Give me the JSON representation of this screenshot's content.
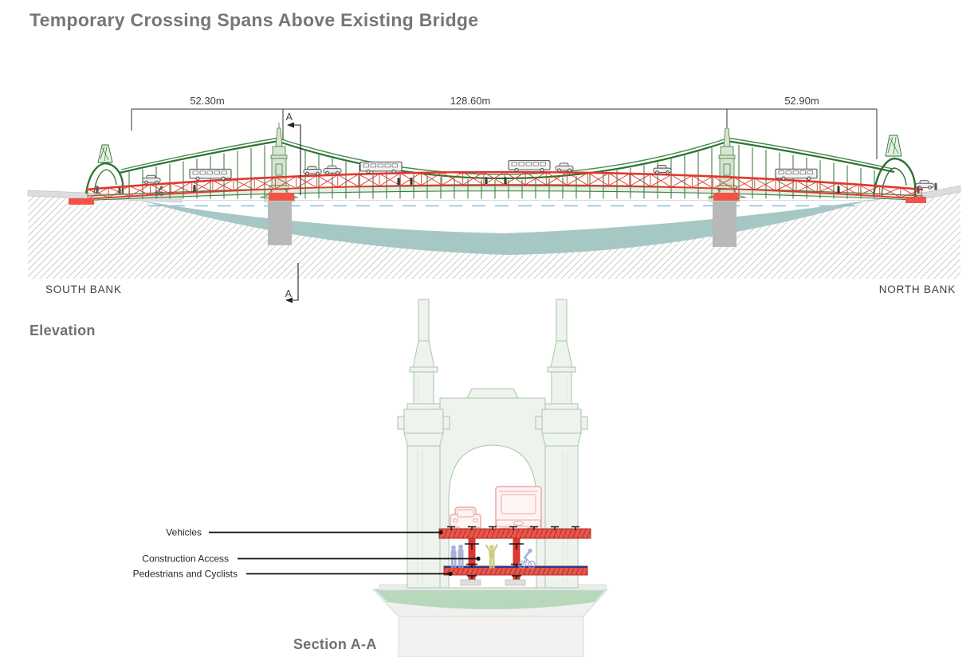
{
  "title": "Temporary Crossing Spans Above Existing Bridge",
  "elevation": {
    "caption": "Elevation",
    "dimension_labels": [
      "52.30m",
      "128.60m",
      "52.90m"
    ],
    "south_bank": "SOUTH BANK",
    "north_bank": "NORTH BANK",
    "section_marker": "A"
  },
  "section": {
    "caption": "Section A-A",
    "callouts": [
      "Vehicles",
      "Construction Access",
      "Pedestrians and Cyclists"
    ]
  },
  "colors": {
    "existing_bridge_green": "#2e7330",
    "tower_fill_green": "#d8e7d4",
    "section_tower_fill": "#eef3ed",
    "temporary_truss_red": "#e0372e",
    "bearing_pad_red": "#f25248",
    "water_teal": "#a6c8c4",
    "water_line_blue": "#8cbede",
    "vehicle_pink": "#eba9a4",
    "pedestrian_blue": "#97a5cf",
    "worker_yellow": "#c9cc7e",
    "heading_gray": "#75767a",
    "text_dark": "#3f4042"
  }
}
